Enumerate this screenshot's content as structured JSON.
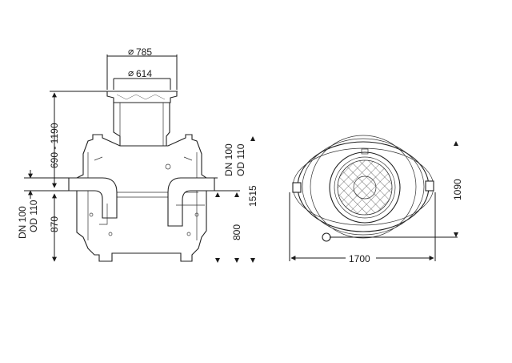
{
  "dimensions": {
    "outer_diameter": "785",
    "inner_diameter": "614",
    "cover_height_range": "690 - 1190",
    "inlet_pipe_dn": "DN 100",
    "inlet_pipe_od": "OD 110",
    "inlet_height": "870",
    "outlet_pipe_dn": "DN 100",
    "outlet_pipe_od": "OD 110",
    "outlet_height": "800",
    "total_height": "1515",
    "tank_length": "1700",
    "tank_width": "1090"
  },
  "symbols": {
    "diameter_sign": "⌀"
  }
}
